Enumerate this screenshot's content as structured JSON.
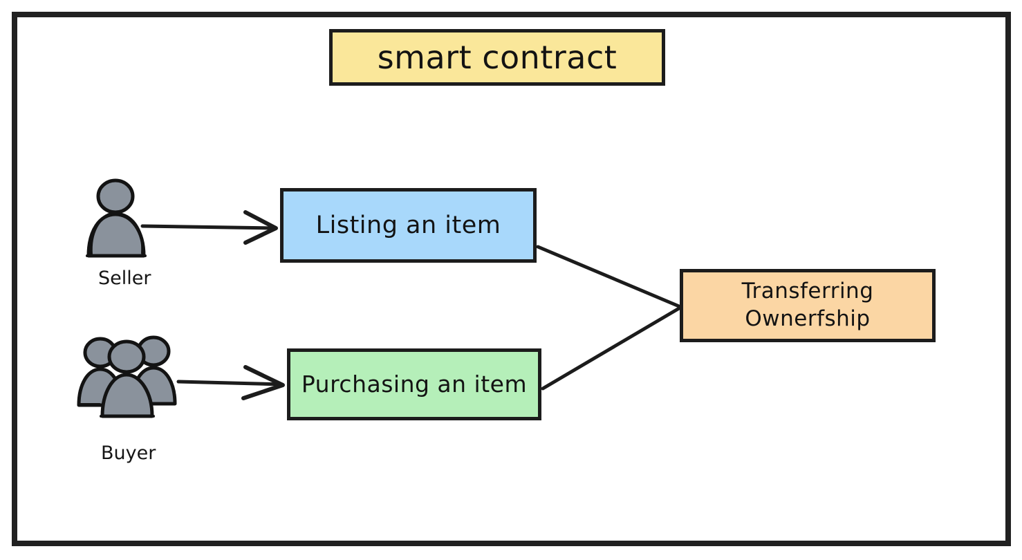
{
  "diagram": {
    "title_box": {
      "label": "smart contract",
      "fill": "#FAE79A",
      "stroke": "#1c1c1c"
    },
    "nodes": [
      {
        "id": "listing",
        "label": "Listing an item",
        "fill": "#A8D8FB",
        "stroke": "#1c1c1c"
      },
      {
        "id": "purchasing",
        "label": "Purchasing an item",
        "fill": "#B5EFB9",
        "stroke": "#1c1c1c"
      },
      {
        "id": "transferring",
        "label_line1": "Transferring",
        "label_line2": "Ownerfship",
        "fill": "#FBD6A4",
        "stroke": "#1c1c1c"
      }
    ],
    "actors": [
      {
        "id": "seller",
        "label": "Seller",
        "icon": "single-person-icon",
        "fill": "#8A929C",
        "stroke": "#131313"
      },
      {
        "id": "buyer",
        "label": "Buyer",
        "icon": "people-group-icon",
        "fill": "#8A929C",
        "stroke": "#131313"
      }
    ],
    "connectors": [
      {
        "id": "seller-to-listing",
        "from": "seller",
        "to": "listing",
        "arrowhead": "open-v"
      },
      {
        "id": "buyer-to-purchasing",
        "from": "buyer",
        "to": "purchasing",
        "arrowhead": "open-v"
      },
      {
        "id": "listing-to-transferring",
        "from": "listing",
        "to": "transferring",
        "arrowhead": "none"
      },
      {
        "id": "purchasing-to-transferring",
        "from": "purchasing",
        "to": "transferring",
        "arrowhead": "none"
      }
    ],
    "frame": {
      "stroke": "#212121"
    }
  }
}
